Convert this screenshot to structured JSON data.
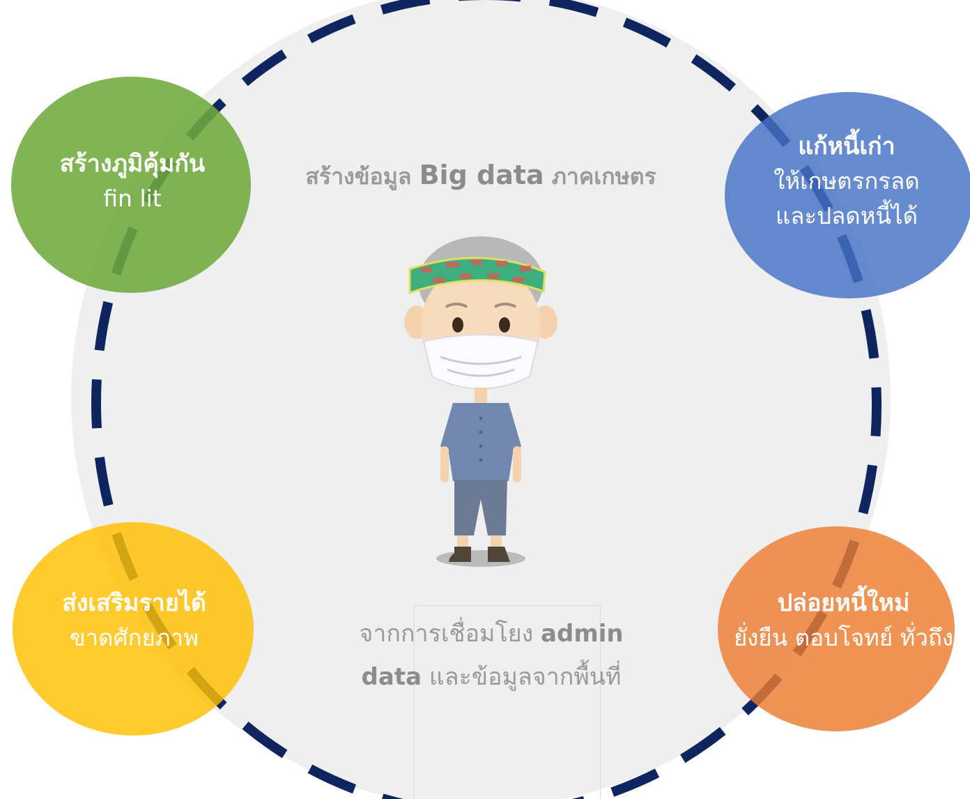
{
  "center": {
    "title_prefix": "สร้างข้อมูล",
    "title_big": "Big data",
    "title_suffix": "ภาคเกษตร",
    "source_line_1": "จากการเชื่อมโยง",
    "source_bold_1": "admin",
    "source_bold_2": "data",
    "source_line_2": "และข้อมูลจากพื้นที่"
  },
  "circles": {
    "green": {
      "title": "สร้างภูมิคุ้มกัน",
      "line1": "fin lit",
      "color": "#6faa3c"
    },
    "blue": {
      "title": "แก้หนี้เก่า",
      "line1": "ให้เกษตรกรลด",
      "line2": "และปลดหนี้ได้",
      "color": "#4472c4"
    },
    "yellow": {
      "title": "ส่งเสริมรายได้",
      "line1": "ขาดศักยภาพ",
      "color": "#ffc000"
    },
    "orange": {
      "title": "ปล่อยหนี้ใหม่",
      "line1": "ยั่งยืน ตอบโจทย์ ทั่วถึง",
      "color": "#ed7d31"
    }
  },
  "colors": {
    "ring_dash": "#0f2560",
    "main_circle": "#efeff0",
    "center_text": "#9a9a9a"
  },
  "icons": {
    "farmer": "farmer-figure-icon"
  }
}
